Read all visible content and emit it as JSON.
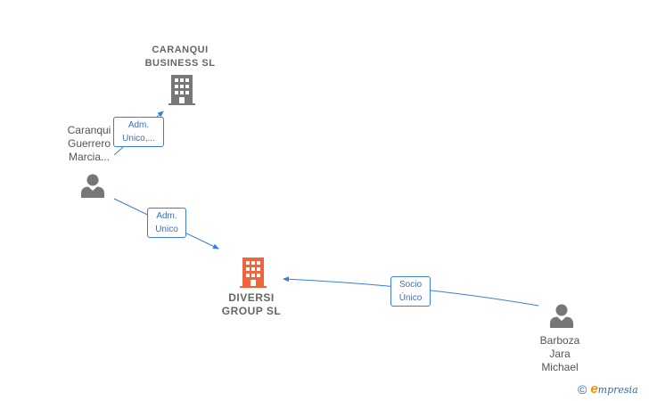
{
  "nodes": {
    "caranqui_business": {
      "label": "CARANQUI\nBUSINESS  SL"
    },
    "diversi_group": {
      "label": "DIVERSI\nGROUP  SL"
    },
    "caranqui_person": {
      "label": "Caranqui\nGuerrero\nMarcia..."
    },
    "barboza_person": {
      "label": "Barboza\nJara\nMichael"
    }
  },
  "edges": {
    "adm_unico_top": {
      "label": "Adm.\nUnico,..."
    },
    "adm_unico_mid": {
      "label": "Adm.\nUnico"
    },
    "socio_unico": {
      "label": "Socio\nÚnico"
    }
  },
  "brand": {
    "copyright": "©",
    "e": "e",
    "rest": "mpresia"
  },
  "colors": {
    "edge": "#3b7dd8",
    "company_gray": "#777777",
    "company_highlight": "#f0643c",
    "person_gray": "#777777"
  }
}
